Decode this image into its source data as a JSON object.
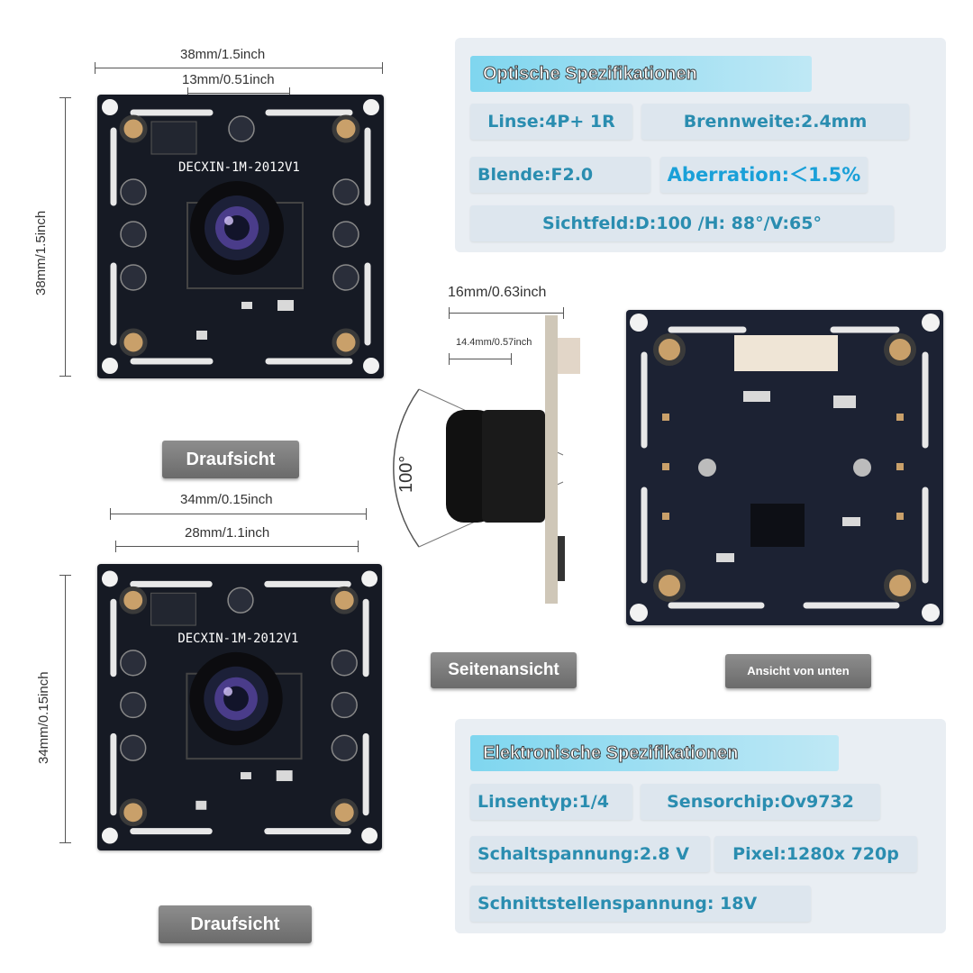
{
  "top_view_1": {
    "width_label": "38mm/1.5inch",
    "lens_label": "13mm/0.51inch",
    "height_label": "38mm/1.5inch",
    "board_text": "DECXIN-1M-2012V1",
    "view_label": "Draufsicht"
  },
  "top_view_2": {
    "width_label": "34mm/0.15inch",
    "hole_label": "28mm/1.1inch",
    "height_label": "34mm/0.15inch",
    "board_text": "DECXIN-1M-2012V1",
    "view_label": "Draufsicht"
  },
  "side_view": {
    "depth_label": "16mm/0.63inch",
    "lens_label": "14.4mm/0.57inch",
    "angle_label": "100°",
    "view_label": "Seitenansicht"
  },
  "bottom_view": {
    "view_label": "Ansicht von unten"
  },
  "optical_specs": {
    "title": "Optische Spezifikationen",
    "lens": "Linse:4P+ 1R",
    "focal_length": "Brennweite:2.4mm",
    "aperture": "Blende:F2.0",
    "aberration": "Aberration:＜1.5%",
    "field_of_view": "Sichtfeld:D:100 /H: 88°/V:65°"
  },
  "electronic_specs": {
    "title": "Elektronische Spezifikationen",
    "lens_type": "Linsentyp:1/4",
    "sensor_chip": "Sensorchip:Ov9732",
    "switching_voltage": "Schaltspannung:2.8 V",
    "pixel": "Pixel:1280x 720p",
    "interface_voltage": "Schnittstellenspannung: 18V"
  },
  "colors": {
    "pcb": "#161a24",
    "spec_text": "#2a8db0",
    "panel_bg": "#e9eef3",
    "title_bg": "#7fd6ef"
  }
}
